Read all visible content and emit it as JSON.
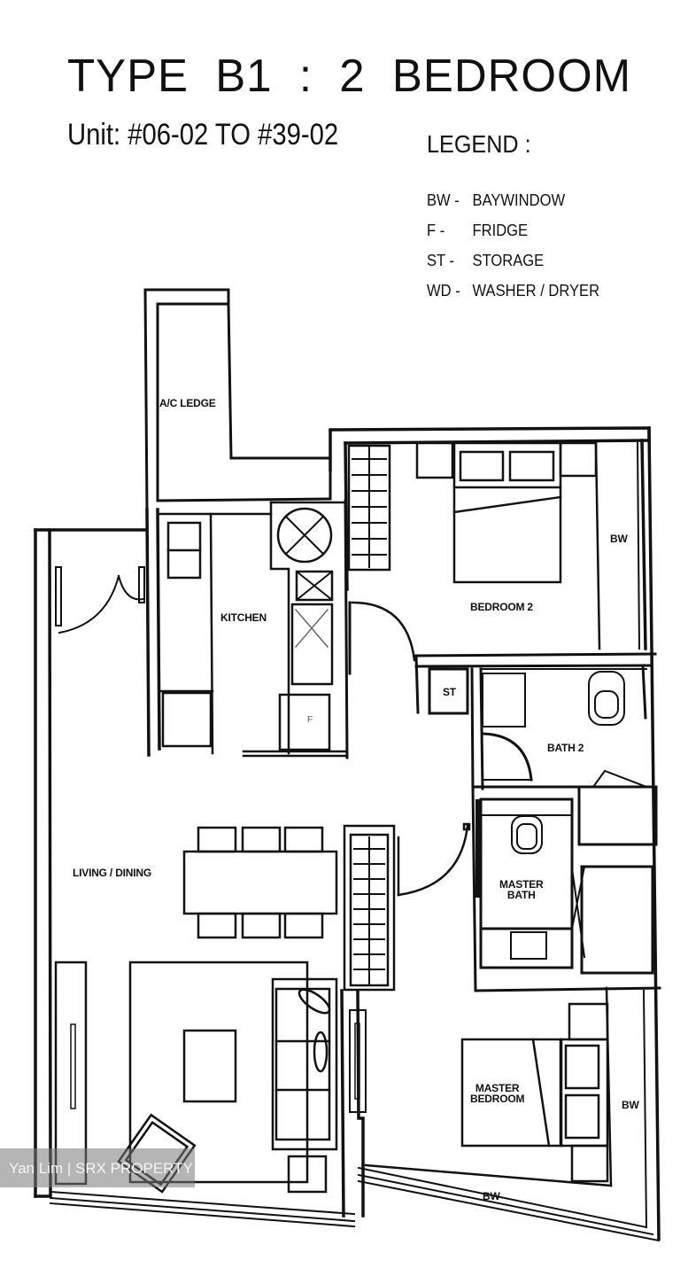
{
  "header": {
    "title": "TYPE  B1  :  2  BEDROOM",
    "unit_range": "Unit: #06-02 TO #39-02"
  },
  "legend": {
    "title": "LEGEND :",
    "items": [
      {
        "abbr": "BW -",
        "meaning": "BAYWINDOW"
      },
      {
        "abbr": "F -",
        "meaning": "FRIDGE"
      },
      {
        "abbr": "ST -",
        "meaning": "STORAGE"
      },
      {
        "abbr": "WD -",
        "meaning": "WASHER / DRYER"
      }
    ]
  },
  "rooms": {
    "ac_ledge": "A/C LEDGE",
    "kitchen": "KITCHEN",
    "bedroom2": "BEDROOM 2",
    "bedroom2_bw": "BW",
    "storage": "ST",
    "bath2": "BATH 2",
    "living_dining": "LIVING / DINING",
    "master_bath_line1": "MASTER",
    "master_bath_line2": "BATH",
    "master_bedroom_line1": "MASTER",
    "master_bedroom_line2": "BEDROOM",
    "master_bw_side": "BW",
    "master_bw_bottom": "BW",
    "fridge_mark": "F"
  },
  "watermark": {
    "text": "Yan Lim | SRX PROPERTY"
  },
  "colors": {
    "line": "#111111",
    "background": "#ffffff",
    "watermark_bg": "#8a8a8a",
    "watermark_fg": "#f4f4f4"
  }
}
